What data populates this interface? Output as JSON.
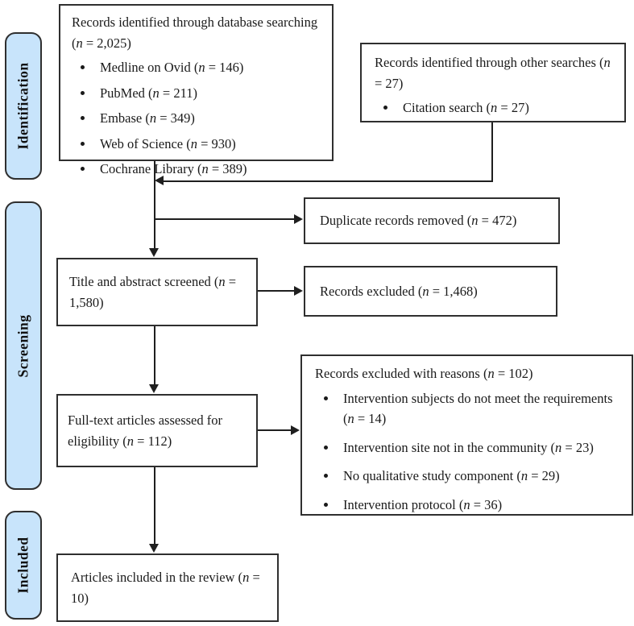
{
  "diagram": {
    "type": "prisma-flow",
    "colors": {
      "ribbon_fill": "#c8e4fb",
      "ribbon_border": "#2f2f2f",
      "box_border": "#2f2f2f",
      "arrow": "#1f1f1f",
      "text": "#1a1a1a"
    },
    "stages": {
      "identification": "Identification",
      "screening": "Screening",
      "included": "Included"
    },
    "boxes": {
      "database": {
        "title": "Records identified through database searching (n = 2,025)",
        "items": [
          "Medline on Ovid (n = 146)",
          "PubMed (n = 211)",
          "Embase (n = 349)",
          "Web of Science (n = 930)",
          "Cochrane Library (n = 389)"
        ]
      },
      "other": {
        "title": "Records identified through other searches (n = 27)",
        "items": [
          "Citation search (n = 27)"
        ]
      },
      "duplicates": {
        "title": "Duplicate records removed (n = 472)"
      },
      "screened": {
        "title": "Title and abstract screened (n = 1,580)"
      },
      "excluded": {
        "title": "Records excluded (n = 1,468)"
      },
      "fulltext": {
        "title": "Full-text articles assessed for eligibility (n = 112)"
      },
      "reasons": {
        "title": "Records excluded with reasons (n = 102)",
        "items": [
          "Intervention subjects do not meet the requirements (n = 14)",
          "Intervention site not in the community (n = 23)",
          "No qualitative study component (n = 29)",
          "Intervention protocol (n = 36)"
        ]
      },
      "included": {
        "title": "Articles included in the review (n = 10)"
      }
    }
  }
}
